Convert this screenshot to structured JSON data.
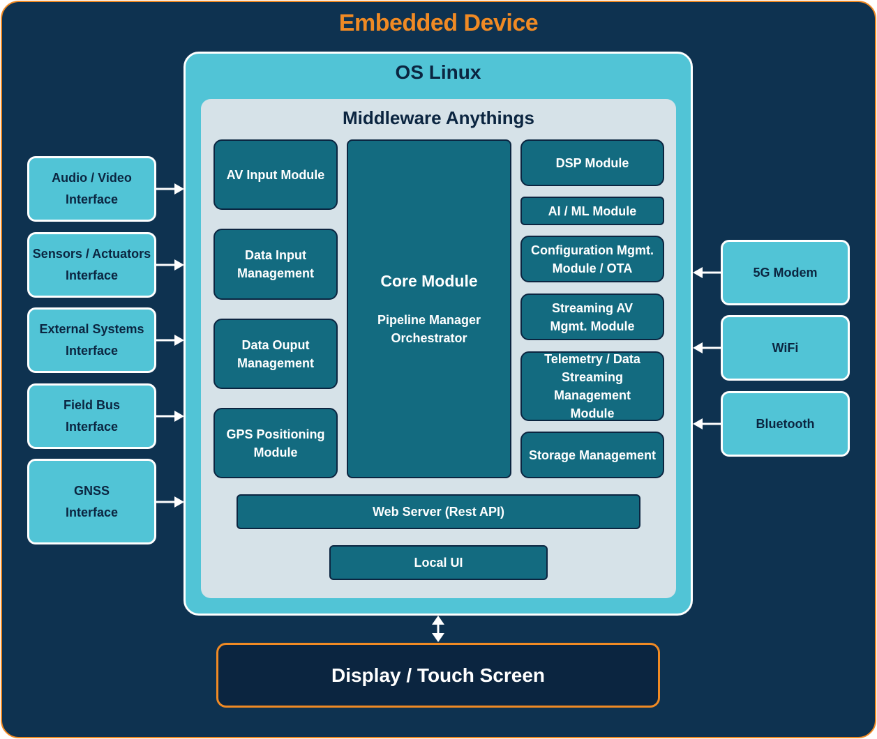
{
  "device_title": "Embedded Device",
  "os_title": "OS Linux",
  "middleware_title": "Middleware Anythings",
  "left_modules": [
    "AV Input Module",
    "Data Input\nManagement",
    "Data Ouput\nManagement",
    "GPS Positioning\nModule"
  ],
  "core": {
    "title": "Core Module",
    "subtitle": "Pipeline Manager\nOrchestrator"
  },
  "right_modules": [
    "DSP Module",
    "AI / ML Module",
    "Configuration Mgmt.\nModule / OTA",
    "Streaming AV\nMgmt. Module",
    "Telemetry / Data\nStreaming Management\nModule",
    "Storage Management"
  ],
  "web_server": "Web Server (Rest API)",
  "local_ui": "Local UI",
  "left_interfaces": [
    "Audio / Video\nInterface",
    "Sensors / Actuators\nInterface",
    "External Systems\nInterface",
    "Field Bus\nInterface",
    "GNSS\nInterface"
  ],
  "right_interfaces": [
    "5G Modem",
    "WiFi",
    "Bluetooth"
  ],
  "display": "Display / Touch Screen",
  "colors": {
    "background": "#0e3250",
    "accent": "#f08a24",
    "os_fill": "#51c4d6",
    "middleware_fill": "#d6e2e8",
    "module_fill": "#136b80",
    "text_dark": "#0b2540"
  }
}
